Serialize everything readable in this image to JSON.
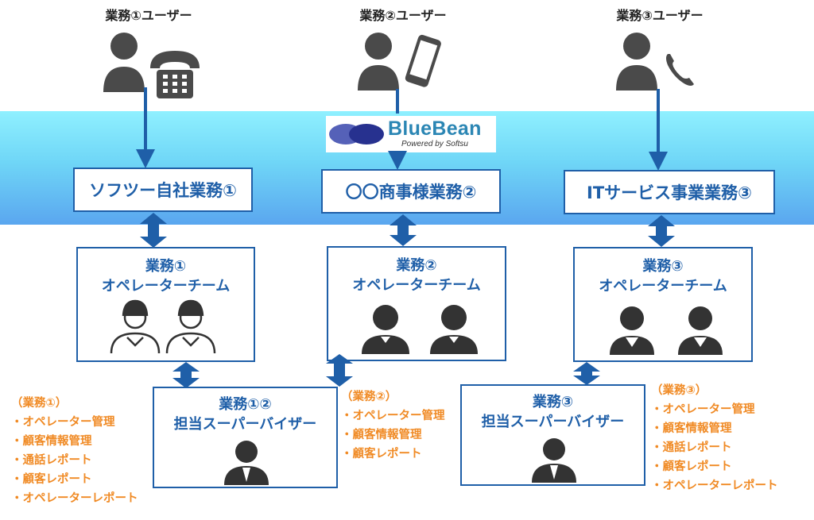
{
  "users": [
    {
      "label": "業務①ユーザー",
      "device": "desk-phone-icon"
    },
    {
      "label": "業務②ユーザー",
      "device": "smartphone-icon"
    },
    {
      "label": "業務③ユーザー",
      "device": "handset-icon"
    }
  ],
  "logo": {
    "name": "BlueBean",
    "tagline": "Powered by Softsu"
  },
  "services": [
    "ソフツー自社業務①",
    "〇〇商事様業務②",
    "ITサービス事業業務③"
  ],
  "teams": [
    {
      "line1": "業務①",
      "line2": "オペレーターチーム"
    },
    {
      "line1": "業務②",
      "line2": "オペレーターチーム"
    },
    {
      "line1": "業務③",
      "line2": "オペレーターチーム"
    }
  ],
  "supervisors": [
    {
      "line1": "業務①②",
      "line2": "担当スーパーバイザー"
    },
    {
      "line1": "業務③",
      "line2": "担当スーパーバイザー"
    }
  ],
  "features": [
    {
      "title": "（業務①）",
      "items": [
        "・オペレーター管理",
        "・顧客情報管理",
        "・通話レポート",
        "・顧客レポート",
        "・オペレーターレポート"
      ]
    },
    {
      "title": "（業務②）",
      "items": [
        "・オペレーター管理",
        "・顧客情報管理",
        "・顧客レポート"
      ]
    },
    {
      "title": "（業務③）",
      "items": [
        "・オペレーター管理",
        "・顧客情報管理",
        "・通話レポート",
        "・顧客レポート",
        "・オペレーターレポート"
      ]
    }
  ],
  "colors": {
    "box_border": "#1f5fa8",
    "text_blue": "#1f5fa8",
    "feature_orange": "#f08a24",
    "band_top": "#8ff0ff",
    "band_bottom": "#5aa6ef"
  }
}
